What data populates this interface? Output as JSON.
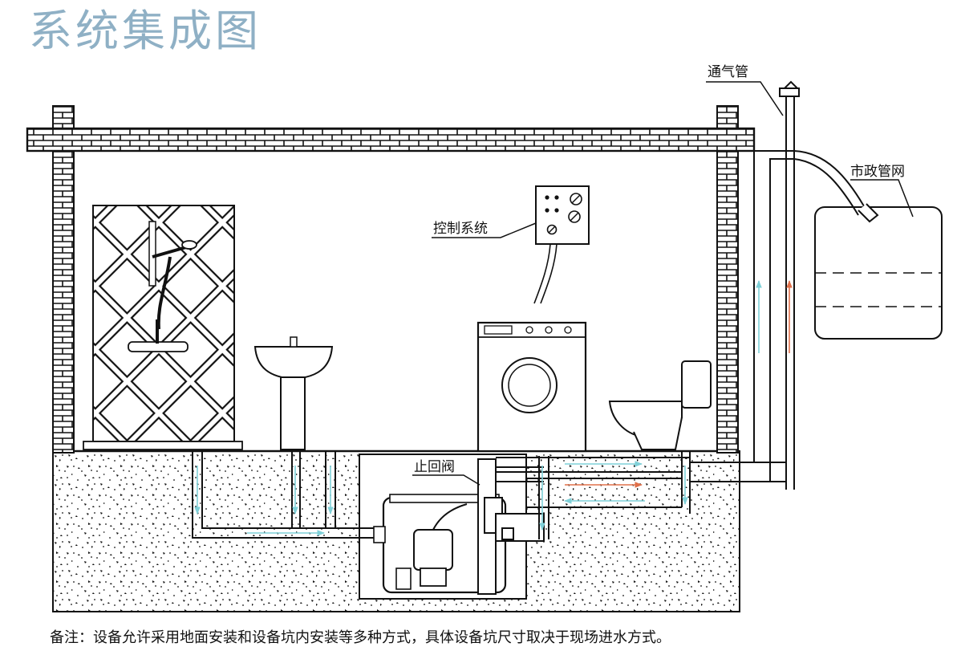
{
  "title": "系统集成图",
  "labels": {
    "vent_pipe": "通气管",
    "municipal_network": "市政管网",
    "control_system": "控制系统",
    "check_valve": "止回阀"
  },
  "note": "备注：设备允许采用地面安装和设备坑内安装等多种方式，具体设备坑尺寸取决于现场进水方式。",
  "colors": {
    "title": "#8fb0c5",
    "clean_flow_arrow": "#7fd0d8",
    "discharge_flow_arrow": "#e0704a",
    "line": "#111111"
  },
  "icons": [
    "shower-icon",
    "washbasin-icon",
    "washing-machine-icon",
    "toilet-icon",
    "control-box-icon",
    "pump-icon",
    "tank-icon"
  ]
}
